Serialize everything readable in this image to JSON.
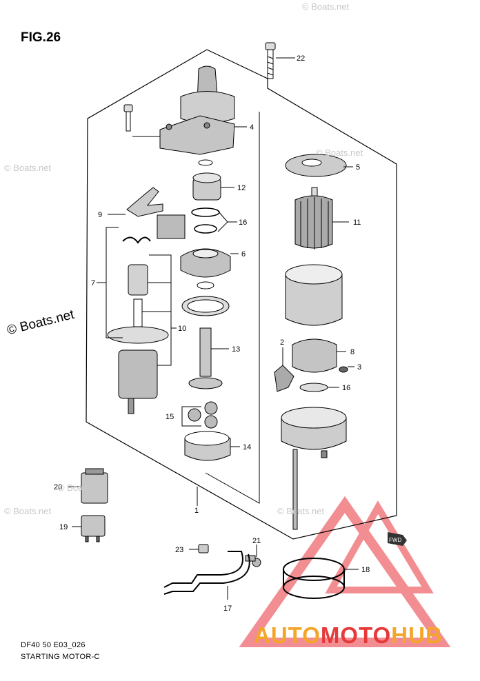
{
  "figure": {
    "title": "FIG.26",
    "caption_line1": "DF40 50 E03_026",
    "caption_line2": "STARTING MOTOR-C"
  },
  "watermarks": {
    "small": [
      "© Boats.net",
      "© Boats.net",
      "© Boats.net",
      "© Boats.net",
      "© Boats.net",
      "© Boats.net"
    ],
    "large": "© Boats.net"
  },
  "brand": {
    "part1": "AUTO",
    "part2": "MOTO",
    "part3": "HUB"
  },
  "fwd_label": "FWD",
  "callouts": [
    "22",
    "4",
    "5",
    "12",
    "9",
    "16",
    "11",
    "6",
    "7",
    "10",
    "13",
    "2",
    "8",
    "3",
    "16",
    "15",
    "14",
    "1",
    "20",
    "19",
    "21",
    "23",
    "18",
    "17"
  ],
  "colors": {
    "line": "#000000",
    "triangle": "#e8323a",
    "brand_orange": "#f4a62a",
    "brand_red": "#e63a3a"
  }
}
